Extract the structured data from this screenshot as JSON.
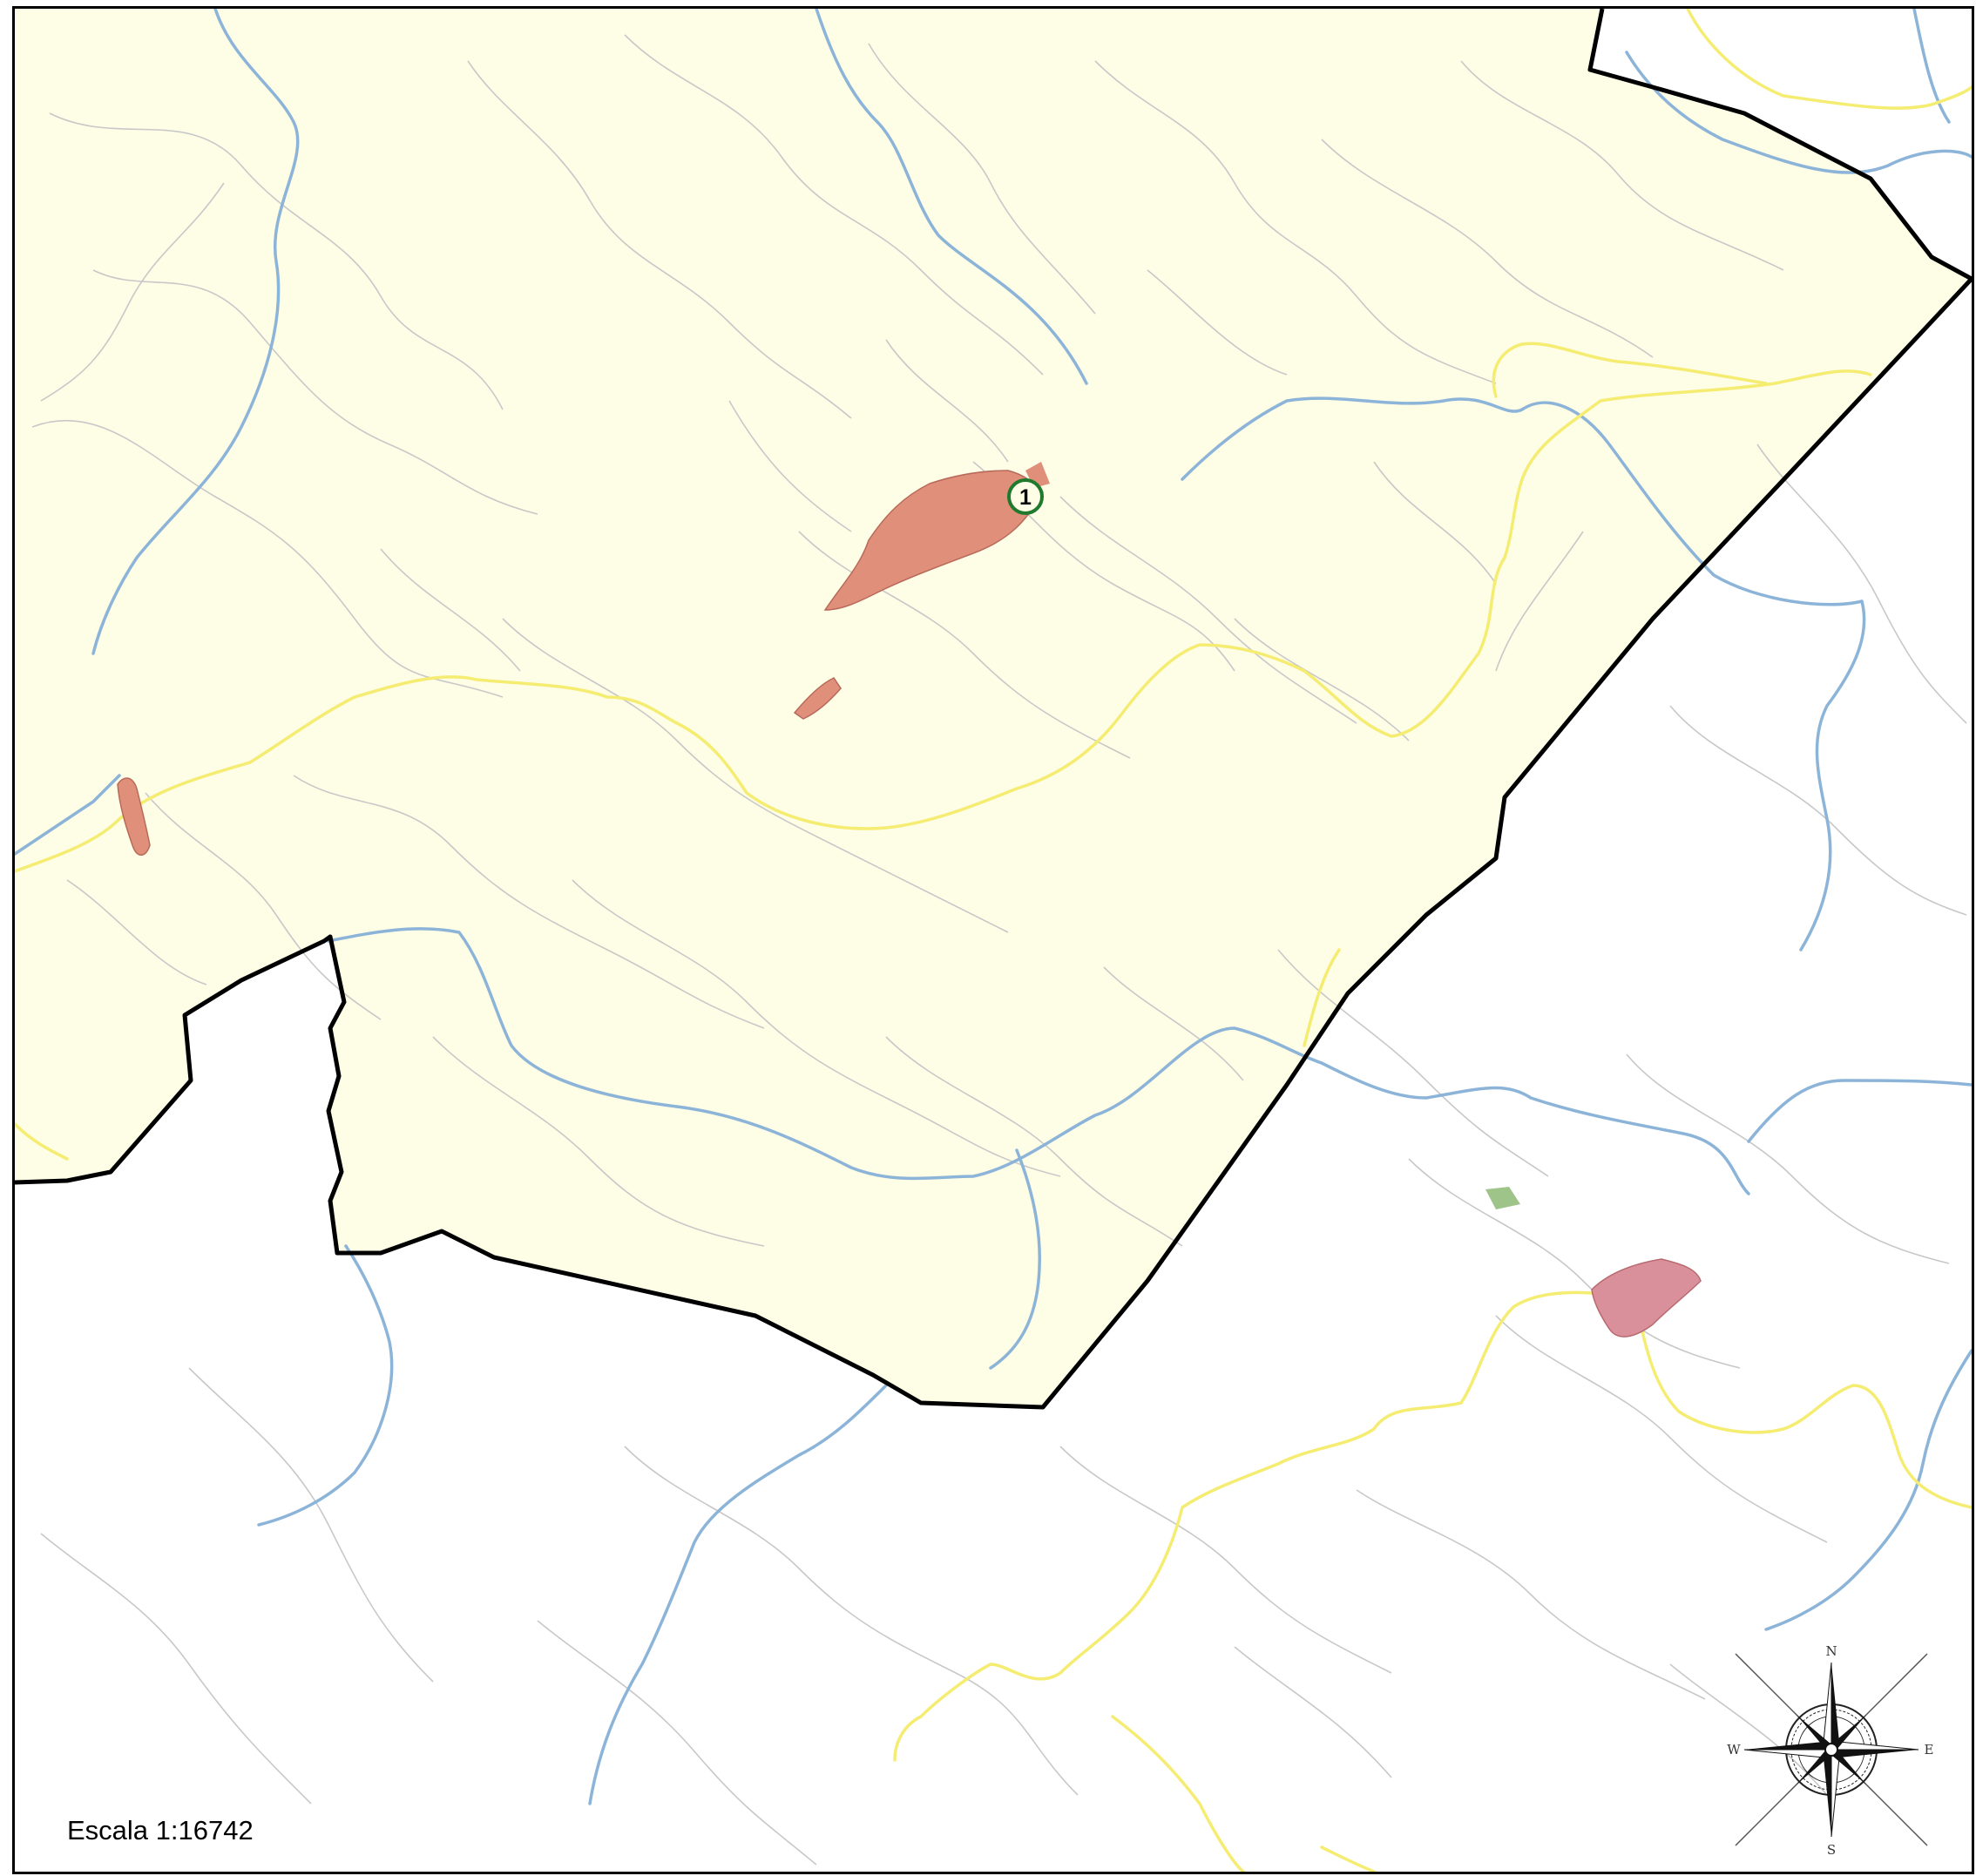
{
  "map": {
    "scale_label": "Escala 1:16742",
    "marker_label": "1",
    "compass": {
      "north": "N",
      "south": "S",
      "east": "E",
      "west": "W"
    },
    "colors": {
      "municipality_fill": "#fefde6",
      "boundary": "#000000",
      "river": "#8cb4d8",
      "road": "#f5ec72",
      "contour": "#c8c8c8",
      "urban_area": "#e0907a",
      "green_area": "#9ec48a",
      "marker": "#1f7a2e"
    },
    "icons": [
      "compass-rose-icon",
      "location-marker-icon"
    ]
  }
}
